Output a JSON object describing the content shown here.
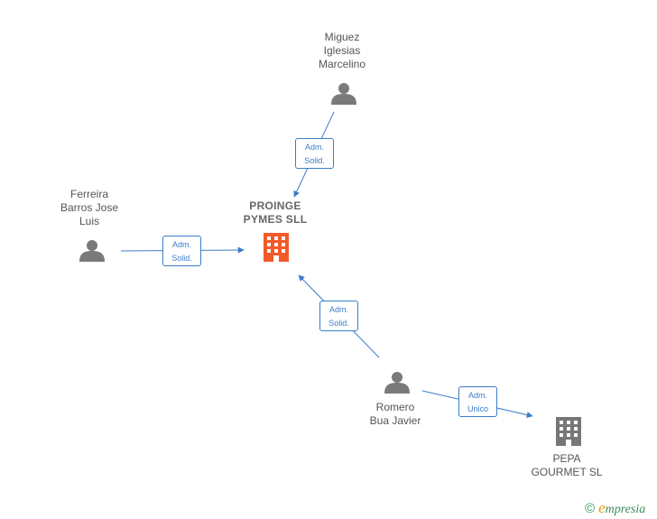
{
  "nodes": {
    "miguez": {
      "label": "Miguez\nIglesias\nMarcelino",
      "type": "person"
    },
    "ferreira": {
      "label": "Ferreira\nBarros Jose\nLuis",
      "type": "person"
    },
    "proinge": {
      "label": "PROINGE\nPYMES SLL",
      "type": "company-main"
    },
    "romero": {
      "label": "Romero\nBua Javier",
      "type": "person"
    },
    "pepa": {
      "label": "PEPA\nGOURMET SL",
      "type": "company"
    }
  },
  "edges": {
    "miguez_proinge": "Adm.\nSolid.",
    "ferreira_proinge": "Adm.\nSolid.",
    "romero_proinge": "Adm.\nSolid.",
    "romero_pepa": "Adm.\nUnico"
  },
  "footer": {
    "copyright": "©",
    "brand_initial": "e",
    "brand_rest": "mpresia"
  },
  "colors": {
    "edge": "#3a7dc9",
    "person": "#7a7a7a",
    "company_main": "#f05a2a",
    "company": "#777777"
  }
}
